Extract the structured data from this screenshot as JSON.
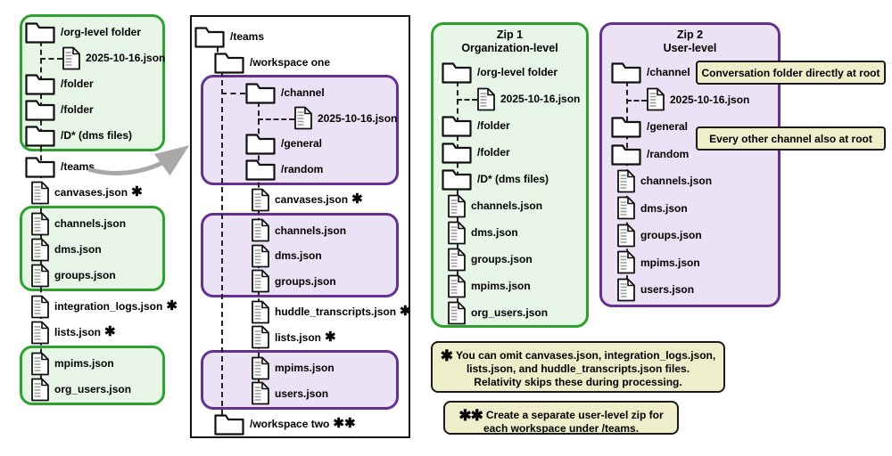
{
  "palette": {
    "green_border": "#2da12d",
    "green_fill": "#e7f6e7",
    "purple_border": "#65308f",
    "purple_fill": "#ece2f5",
    "note_fill": "#eeeecb",
    "line_color": "#222222",
    "arrow_color": "#a9a9a9",
    "text_color": "#000000"
  },
  "source_tree": {
    "items": [
      {
        "kind": "folder",
        "label": "/org-level folder",
        "indent": 0,
        "group": "g1"
      },
      {
        "kind": "file",
        "label": "2025-10-16.json",
        "indent": 1,
        "group": "g1"
      },
      {
        "kind": "folder",
        "label": "/folder",
        "indent": 0,
        "group": "g1"
      },
      {
        "kind": "folder",
        "label": "/folder",
        "indent": 0,
        "group": "g1"
      },
      {
        "kind": "folder",
        "label": "/D* (dms files)",
        "indent": 0,
        "group": "g1"
      },
      {
        "kind": "folder",
        "label": "/teams",
        "indent": 0
      },
      {
        "kind": "file",
        "label": "canvases.json",
        "star": "✱",
        "indent": 0
      },
      {
        "kind": "file",
        "label": "channels.json",
        "indent": 0,
        "group": "g2"
      },
      {
        "kind": "file",
        "label": "dms.json",
        "indent": 0,
        "group": "g2"
      },
      {
        "kind": "file",
        "label": "groups.json",
        "indent": 0,
        "group": "g2"
      },
      {
        "kind": "file",
        "label": "integration_logs.json",
        "star": "✱",
        "indent": 0
      },
      {
        "kind": "file",
        "label": "lists.json",
        "star": "✱",
        "indent": 0
      },
      {
        "kind": "file",
        "label": "mpims.json",
        "indent": 0,
        "group": "g3"
      },
      {
        "kind": "file",
        "label": "org_users.json",
        "indent": 0,
        "group": "g3"
      }
    ]
  },
  "teams_tree": {
    "items": [
      {
        "kind": "folder",
        "label": "/teams",
        "indent": 0
      },
      {
        "kind": "folder",
        "label": "/workspace one",
        "indent": 1
      },
      {
        "kind": "folder",
        "label": "/channel",
        "indent": 2,
        "group": "p1"
      },
      {
        "kind": "file",
        "label": "2025-10-16.json",
        "indent": 3,
        "group": "p1"
      },
      {
        "kind": "folder",
        "label": "/general",
        "indent": 2,
        "group": "p1"
      },
      {
        "kind": "folder",
        "label": "/random",
        "indent": 2,
        "group": "p1"
      },
      {
        "kind": "file",
        "label": "canvases.json",
        "star": "✱",
        "indent": 2
      },
      {
        "kind": "file",
        "label": "channels.json",
        "indent": 2,
        "group": "p2"
      },
      {
        "kind": "file",
        "label": "dms.json",
        "indent": 2,
        "group": "p2"
      },
      {
        "kind": "file",
        "label": "groups.json",
        "indent": 2,
        "group": "p2"
      },
      {
        "kind": "file",
        "label": "huddle_transcripts.json",
        "star": "✱",
        "indent": 2
      },
      {
        "kind": "file",
        "label": "lists.json",
        "star": "✱",
        "indent": 2
      },
      {
        "kind": "file",
        "label": "mpims.json",
        "indent": 2,
        "group": "p3"
      },
      {
        "kind": "file",
        "label": "users.json",
        "indent": 2,
        "group": "p3"
      },
      {
        "kind": "folder",
        "label": "/workspace two",
        "star": "✱✱",
        "indent": 1
      }
    ]
  },
  "zip1": {
    "title1": "Zip 1",
    "title2": "Organization-level",
    "items": [
      {
        "kind": "folder",
        "label": "/org-level folder",
        "indent": 0
      },
      {
        "kind": "file",
        "label": "2025-10-16.json",
        "indent": 1
      },
      {
        "kind": "folder",
        "label": "/folder",
        "indent": 0
      },
      {
        "kind": "folder",
        "label": "/folder",
        "indent": 0
      },
      {
        "kind": "folder",
        "label": "/D* (dms files)",
        "indent": 0
      },
      {
        "kind": "file",
        "label": "channels.json",
        "indent": 0
      },
      {
        "kind": "file",
        "label": "dms.json",
        "indent": 0
      },
      {
        "kind": "file",
        "label": "groups.json",
        "indent": 0
      },
      {
        "kind": "file",
        "label": "mpims.json",
        "indent": 0
      },
      {
        "kind": "file",
        "label": "org_users.json",
        "indent": 0
      }
    ]
  },
  "zip2": {
    "title1": "Zip 2",
    "title2": "User-level",
    "items": [
      {
        "kind": "folder",
        "label": "/channel",
        "indent": 0
      },
      {
        "kind": "file",
        "label": "2025-10-16.json",
        "indent": 1
      },
      {
        "kind": "folder",
        "label": "/general",
        "indent": 0
      },
      {
        "kind": "folder",
        "label": "/random",
        "indent": 0
      },
      {
        "kind": "file",
        "label": "channels.json",
        "indent": 0
      },
      {
        "kind": "file",
        "label": "dms.json",
        "indent": 0
      },
      {
        "kind": "file",
        "label": "groups.json",
        "indent": 0
      },
      {
        "kind": "file",
        "label": "mpims.json",
        "indent": 0
      },
      {
        "kind": "file",
        "label": "users.json",
        "indent": 0
      }
    ]
  },
  "callouts": {
    "channel_note": "Conversation folder directly at root",
    "other_channels_note": "Every other channel also at root"
  },
  "notes": [
    {
      "star": "✱",
      "lines": [
        "You can omit canvases.json, integration_logs.json,",
        "lists.json, and huddle_transcripts.json files.",
        "Relativity skips these during processing."
      ]
    },
    {
      "star": "✱✱",
      "lines": [
        "Create a separate user-level zip for",
        "each workspace under /teams."
      ]
    }
  ]
}
